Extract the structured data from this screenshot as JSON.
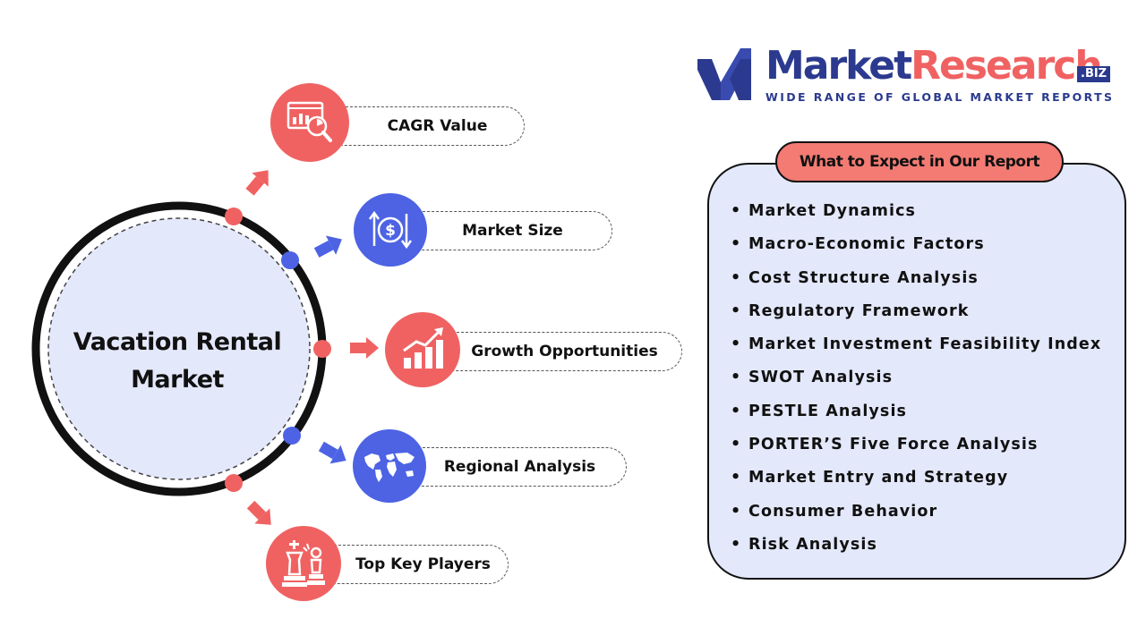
{
  "logo": {
    "word_part1": "Market",
    "word_part2": "Research",
    "suffix": ".BIZ",
    "tagline": "WIDE RANGE OF GLOBAL MARKET REPORTS"
  },
  "center": {
    "title_line1": "Vacation Rental",
    "title_line2": "Market"
  },
  "branches": [
    {
      "label": "CAGR Value",
      "icon": "chart-magnifier-icon"
    },
    {
      "label": "Market Size",
      "icon": "dollar-exchange-icon"
    },
    {
      "label": "Growth Opportunities",
      "icon": "growth-bars-icon"
    },
    {
      "label": "Regional Analysis",
      "icon": "world-map-icon"
    },
    {
      "label": "Top Key Players",
      "icon": "chess-pieces-icon"
    }
  ],
  "report": {
    "heading": "What to Expect in Our Report",
    "bullet": "•",
    "items": [
      "Market Dynamics",
      "Macro-Economic Factors",
      "Cost Structure Analysis",
      "Regulatory Framework",
      "Market Investment Feasibility Index",
      "SWOT Analysis",
      "PESTLE Analysis",
      "PORTER’S Five Force Analysis",
      "Market Entry and Strategy",
      "Consumer Behavior",
      "Risk Analysis"
    ]
  },
  "colors": {
    "red": "#f06262",
    "blue": "#4d63e4",
    "navy": "#2b3a8f",
    "panel": "#e4e8fb",
    "header": "#f37b73"
  }
}
